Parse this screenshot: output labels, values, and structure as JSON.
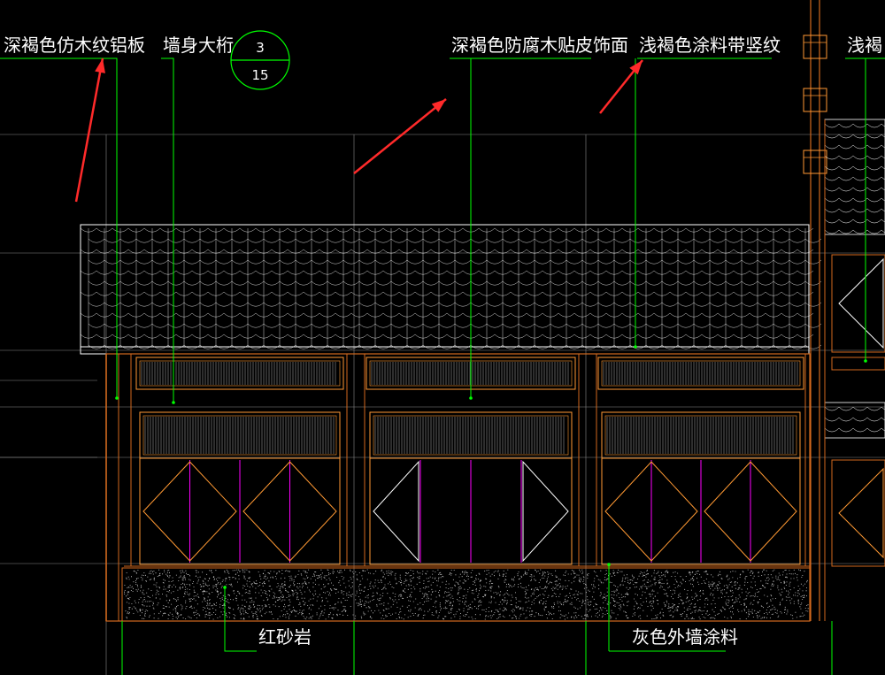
{
  "drawing": {
    "colors": {
      "background": "#000000",
      "leader": "#00ff00",
      "structure": "#d2691e",
      "window_frame": "#ff9933",
      "mullion": "#ff00ff",
      "roof_tiles": "#ffffff",
      "guides": "#8a8a8a",
      "arrow": "#ff2a2a",
      "text": "#ffffff"
    },
    "labels": {
      "aluminum_panel": "深褐色仿木纹铝板",
      "wall_purlin": "墙身大桁",
      "wood_veneer": "深褐色防腐木贴皮饰面",
      "light_paint": "浅褐色涂料带竖纹",
      "light_paint_partial": "浅褐",
      "red_sandstone": "红砂岩",
      "grey_paint": "灰色外墙涂料"
    },
    "detail_bubble": {
      "top": "3",
      "bottom": "15"
    }
  }
}
